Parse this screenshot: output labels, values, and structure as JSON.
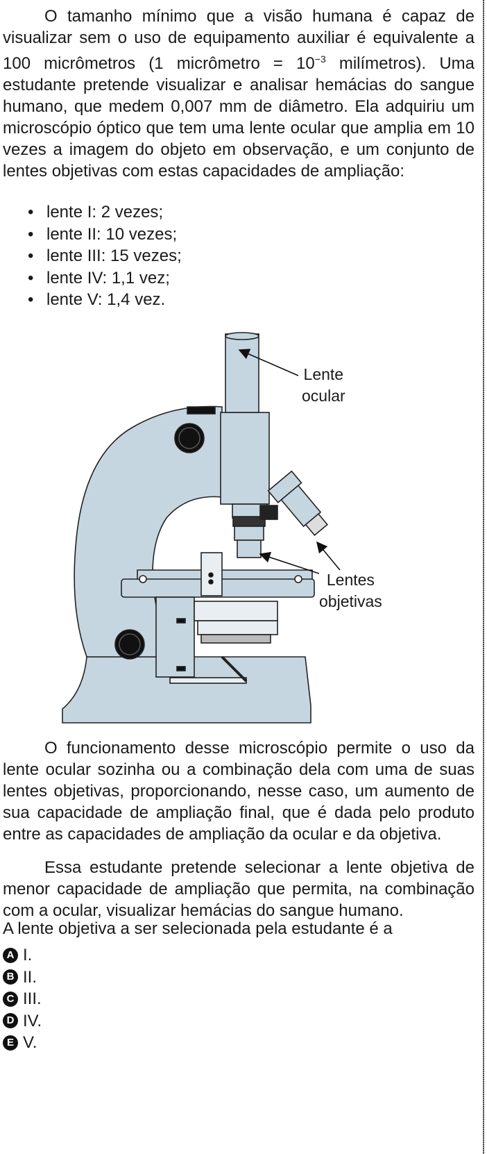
{
  "intro": {
    "before_exp": "O tamanho mínimo que a visão humana é capaz de visualizar sem o uso de equipamento auxiliar é equivalente a 100 micrômetros (1 micrômetro = 10",
    "exponent": "−3",
    "after_exp": " milímetros). Uma estudante pretende visualizar e analisar hemácias do sangue humano, que medem 0,007 mm de diâmetro. Ela adquiriu um microscópio óptico que tem uma lente ocular que amplia em 10 vezes a imagem do objeto em observação, e um conjunto de lentes objetivas com estas capacidades de ampliação:"
  },
  "lenses": [
    "lente I: 2 vezes;",
    "lente II: 10 vezes;",
    "lente III: 15 vezes;",
    "lente IV: 1,1 vez;",
    "lente V: 1,4 vez."
  ],
  "figure": {
    "label_ocular_1": "Lente",
    "label_ocular_2": "ocular",
    "label_objetivas_1": "Lentes",
    "label_objetivas_2": "objetivas",
    "body_color": "#c5d6e0"
  },
  "paragraph2": "O funcionamento desse microscópio permite o uso da lente ocular sozinha ou a combinação dela com uma de suas lentes objetivas, proporcionando, nesse caso, um aumento de sua capacidade de ampliação final, que é dada pelo produto entre as capacidades de ampliação da ocular e da objetiva.",
  "paragraph3": "Essa estudante pretende selecionar a lente objetiva de menor capacidade de ampliação que permita, na combinação com a ocular, visualizar hemácias do sangue humano.",
  "question": "A lente objetiva a ser selecionada pela estudante é a",
  "options": [
    {
      "letter": "A",
      "text": "I."
    },
    {
      "letter": "B",
      "text": "II."
    },
    {
      "letter": "C",
      "text": "III."
    },
    {
      "letter": "D",
      "text": "IV."
    },
    {
      "letter": "E",
      "text": "V."
    }
  ]
}
